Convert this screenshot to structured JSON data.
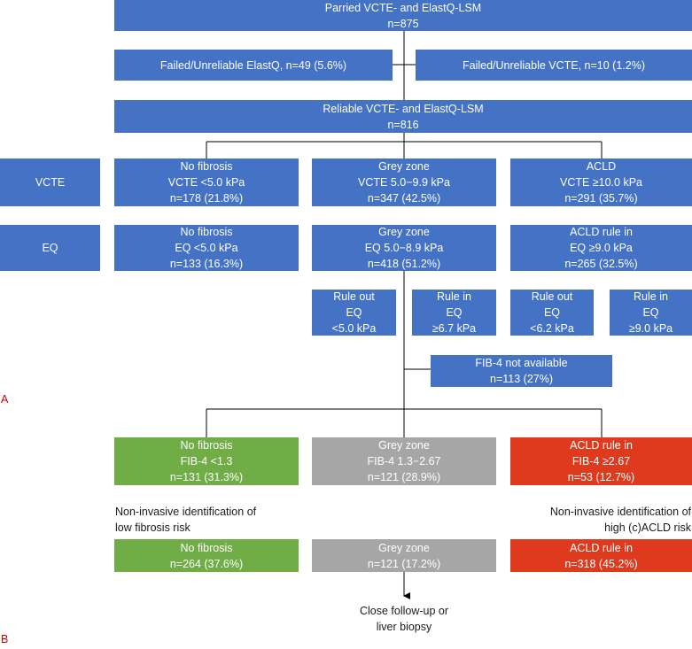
{
  "colors": {
    "blue": "#4472c4",
    "green": "#70ad47",
    "grey": "#a6a6a6",
    "red": "#e03a1e",
    "panel_label": "#c00000"
  },
  "panel_labels": {
    "a": "A",
    "b": "B"
  },
  "top": {
    "line1": "Parried VCTE- and ElastQ-LSM",
    "line2": "n=875"
  },
  "failed_elastq": "Failed/Unreliable ElastQ, n=49 (5.6%)",
  "failed_vcte": "Failed/Unreliable VCTE, n=10 (1.2%)",
  "reliable": {
    "line1": "Reliable VCTE- and ElastQ-LSM",
    "line2": "n=816"
  },
  "row_labels": {
    "vcte": "VCTE",
    "eq": "EQ"
  },
  "vcte_row": [
    {
      "title": "No fibrosis",
      "cutoff": "VCTE <5.0 kPa",
      "n": "n=178 (21.8%)"
    },
    {
      "title": "Grey zone",
      "cutoff": "VCTE 5.0−9.9 kPa",
      "n": "n=347 (42.5%)"
    },
    {
      "title": "ACLD",
      "cutoff": "VCTE ≥10.0 kPa",
      "n": "n=291 (35.7%)"
    }
  ],
  "eq_row": [
    {
      "title": "No fibrosis",
      "cutoff": "EQ <5.0 kPa",
      "n": "n=133 (16.3%)"
    },
    {
      "title": "Grey zone",
      "cutoff": "EQ 5.0−8.9 kPa",
      "n": "n=418 (51.2%)"
    },
    {
      "title": "ACLD rule in",
      "cutoff": "EQ ≥9.0 kPa",
      "n": "n=265 (32.5%)"
    }
  ],
  "rules": [
    {
      "l1": "Rule out",
      "l2": "EQ",
      "l3": "<5.0 kPa"
    },
    {
      "l1": "Rule in",
      "l2": "EQ",
      "l3": "≥6.7 kPa"
    },
    {
      "l1": "Rule out",
      "l2": "EQ",
      "l3": "<6.2 kPa"
    },
    {
      "l1": "Rule in",
      "l2": "EQ",
      "l3": "≥9.0 kPa"
    }
  ],
  "fib4_na": {
    "line1": "FIB-4 not available",
    "line2": "n=113 (27%)"
  },
  "fib4_row": [
    {
      "title": "No fibrosis",
      "cutoff": "FIB-4 <1.3",
      "n": "n=131 (31.3%)"
    },
    {
      "title": "Grey zone",
      "cutoff": "FIB-4 1.3−2.67",
      "n": "n=121 (28.9%)"
    },
    {
      "title": "ACLD rule in",
      "cutoff": "FIB-4 ≥2.67",
      "n": "n=53 (12.7%)"
    }
  ],
  "notes": {
    "left": {
      "line1": "Non-invasive identification of",
      "line2": "low fibrosis risk"
    },
    "right": {
      "line1": "Non-invasive identification of",
      "line2": "high (c)ACLD risk"
    }
  },
  "final_row": [
    {
      "title": "No fibrosis",
      "n": "n=264 (37.6%)"
    },
    {
      "title": "Grey zone",
      "n": "n=121 (17.2%)"
    },
    {
      "title": "ACLD rule in",
      "n": "n=318 (45.2%)"
    }
  ],
  "followup": {
    "line1": "Close follow-up or",
    "line2": "liver biopsy"
  }
}
